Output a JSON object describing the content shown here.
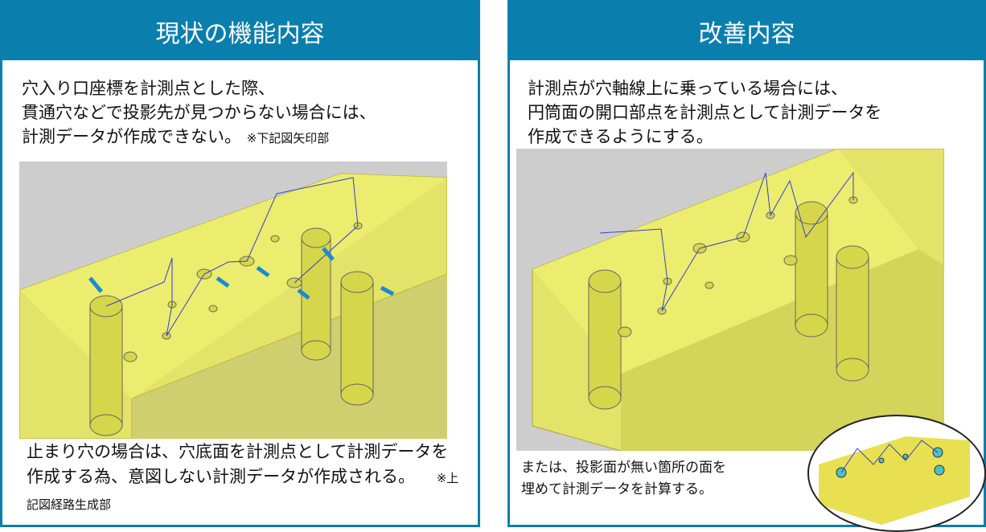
{
  "left": {
    "title": "現状の機能内容",
    "description_lines": [
      "穴入り口座標を計測点とした際、",
      "貫通穴などで投影先が見つからない場合には、",
      "計測データが作成できない。"
    ],
    "description_note": "※下記図矢印部",
    "bottom_text": "止まり穴の場合は、穴底面を計測点として計測データを作成する為、意図しない計測データが作成される。",
    "bottom_note": "※上記図経路生成部"
  },
  "right": {
    "title": "改善内容",
    "description_lines": [
      "計測点が穴軸線上に乗っている場合には、",
      "円筒面の開口部点を計測点として計測データを",
      "作成できるようにする。"
    ],
    "bottom_lines": [
      "または、投影面が無い箇所の面を",
      "埋めて計測データを計算する。"
    ]
  },
  "colors": {
    "accent": "#0a7fae",
    "block": "#e8e84a",
    "path": "#3040d0",
    "arrow": "#1a8ad4"
  }
}
